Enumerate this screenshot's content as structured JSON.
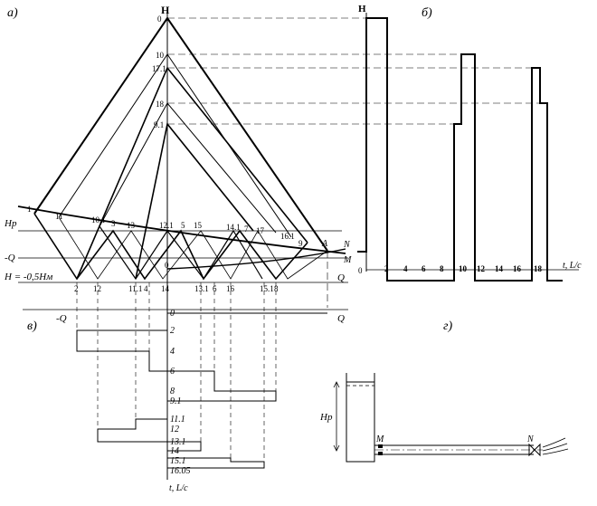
{
  "panels": {
    "a": "а)",
    "b": "б)",
    "v": "в)",
    "g": "г)"
  },
  "axis": {
    "H": "Н",
    "Hp": "Нр",
    "negQ": "-Q",
    "Q": "Q",
    "H_line": "Н = -0,5Hм",
    "zero": "0",
    "A": "A",
    "N": "N",
    "M": "M",
    "t_Lc": "t, L/c",
    "Hb": "Н",
    "zero_b": "0"
  },
  "labels_a_top": [
    "0",
    "10",
    "17.1",
    "18",
    "9.1"
  ],
  "labels_a_mid": [
    "1",
    "11",
    "10.1",
    "3",
    "13",
    "12.1",
    "5",
    "15",
    "14.1",
    "17",
    "7",
    "16.1",
    "9"
  ],
  "labels_a_bot": [
    "2",
    "12",
    "11.1",
    "4",
    "14",
    "13.1",
    "6",
    "16",
    "15.1",
    "8"
  ],
  "labels_b_t": [
    "2",
    "4",
    "6",
    "8",
    "10",
    "12",
    "14",
    "16",
    "18"
  ],
  "labels_v": [
    "0",
    "2",
    "4",
    "6",
    "8",
    "9.1",
    "11.1",
    "12",
    "13.1",
    "14",
    "15.1",
    "16.05"
  ],
  "labels_g": {
    "Hp": "Нр",
    "M": "M",
    "N": "N"
  }
}
